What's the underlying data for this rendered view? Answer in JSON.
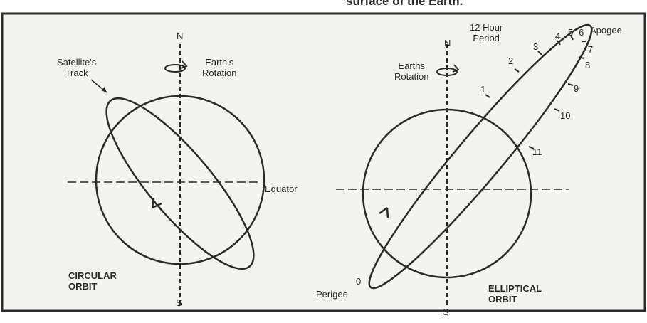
{
  "caption_fragment": "surface of the Earth.",
  "colors": {
    "background": "#ffffff",
    "panel": "#f3f3f0",
    "ink": "#2a2a2a"
  },
  "left_diagram": {
    "north": "N",
    "south": "S",
    "rotation_label": [
      "Earth's",
      "Rotation"
    ],
    "track_label": [
      "Satellite's",
      "Track"
    ],
    "orbit_label": [
      "CIRCULAR",
      "ORBIT"
    ]
  },
  "equator_label": "Equator",
  "right_diagram": {
    "north": "N",
    "south": "S",
    "rotation_label": [
      "Earths",
      "Rotation"
    ],
    "period_label": [
      "12 Hour",
      "Period"
    ],
    "apogee_label": "Apogee",
    "perigee_label": "Perigee",
    "orbit_label": [
      "ELLIPTICAL",
      "ORBIT"
    ],
    "hour_marks": [
      "0",
      "1",
      "2",
      "3",
      "4",
      "5",
      "6",
      "7",
      "8",
      "9",
      "10",
      "11"
    ]
  }
}
